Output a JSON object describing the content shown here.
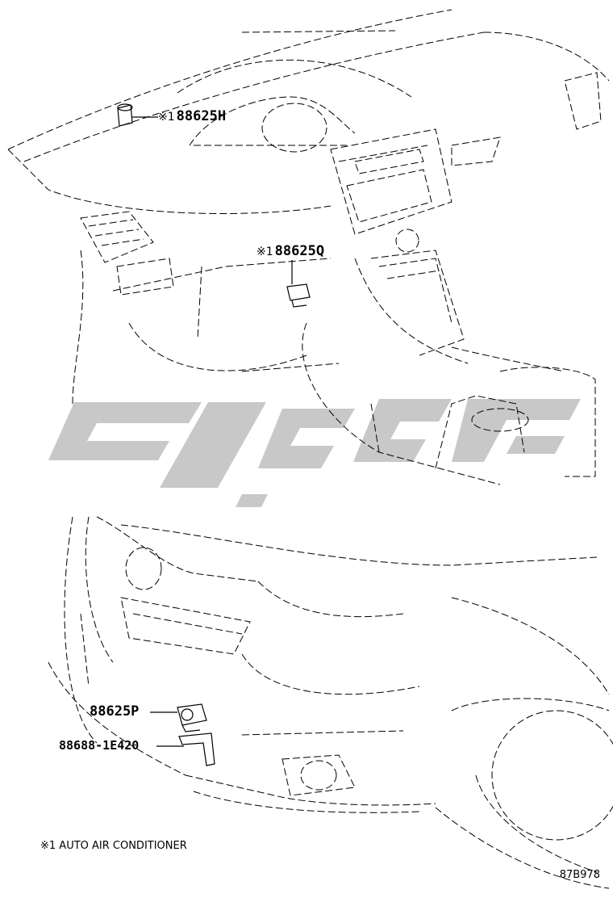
{
  "callouts": {
    "sensor_h": {
      "mark": "※1",
      "part": "88625H"
    },
    "sensor_q": {
      "mark": "※1",
      "part": "88625Q"
    },
    "sensor_p": {
      "part": "88625P"
    },
    "bracket": {
      "part": "88688-1E420"
    }
  },
  "footnote": "※1 AUTO AIR CONDITIONER",
  "figure_code": "87B978",
  "colors": {
    "line": "#000000",
    "watermark": "#c8c8c8"
  }
}
